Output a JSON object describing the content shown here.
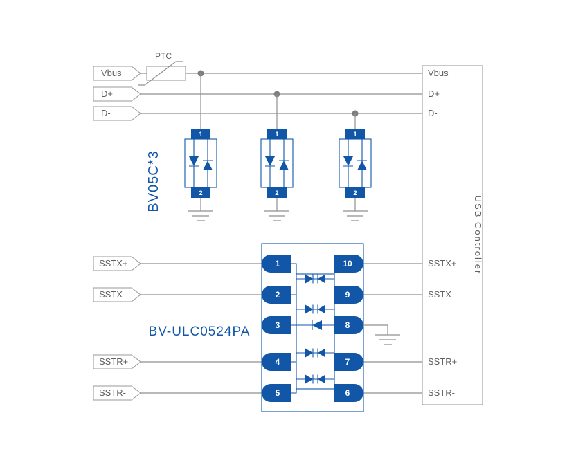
{
  "ports": [
    "Vbus",
    "D+",
    "D-",
    "SSTX+",
    "SSTX-",
    "SSTR+",
    "SSTR-"
  ],
  "ptc": {
    "label": "PTC"
  },
  "tvs": {
    "label": "BV05C*3",
    "pin_top": "1",
    "pin_bottom": "2"
  },
  "chip": {
    "label": "BV-ULC0524PA",
    "left_pins": [
      "1",
      "2",
      "3",
      "4",
      "5"
    ],
    "right_pins": [
      "10",
      "9",
      "8",
      "7",
      "6"
    ]
  },
  "controller": {
    "label": "USB Controller",
    "pins": [
      "Vbus",
      "D+",
      "D-",
      "SSTX+",
      "SSTX-",
      "SSTR+",
      "SSTR-"
    ]
  },
  "colors": {
    "accent_blue": "#1256a8",
    "wire_gray": "#8f8f8f",
    "label_gray": "#5f5f5f"
  }
}
